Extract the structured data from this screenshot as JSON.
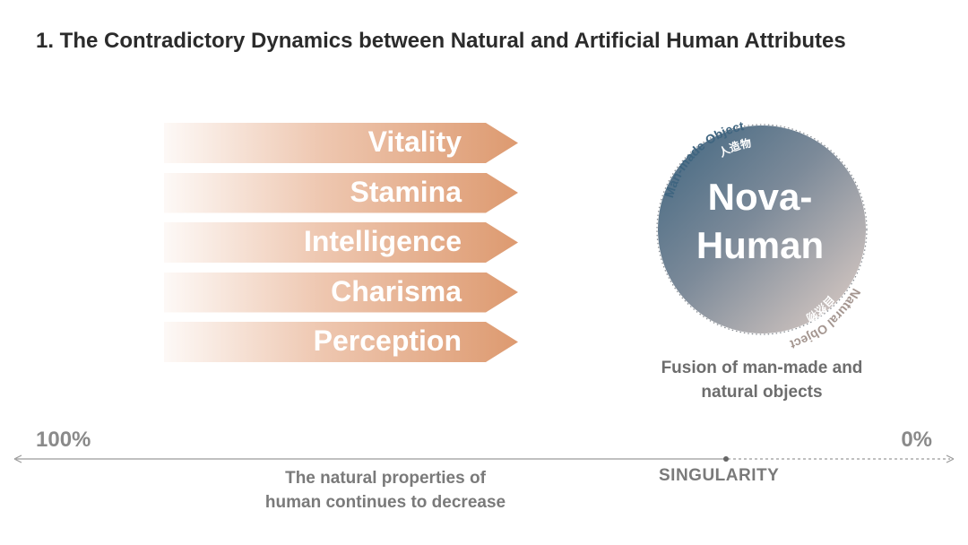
{
  "title": "1. The Contradictory Dynamics between Natural and Artificial Human Attributes",
  "attributes": [
    "Vitality",
    "Stamina",
    "Intelligence",
    "Charisma",
    "Perception"
  ],
  "circle": {
    "line1": "Nova-",
    "line2": "Human",
    "arc_top_en": "Man-made Object",
    "arc_top_cn": "人造物",
    "arc_bottom_en": "Natural Object",
    "arc_bottom_cn": "自然物",
    "gradient_start": "#3f6580",
    "gradient_end": "#d6c8c2"
  },
  "fusion_text": {
    "line1": "Fusion of man-made and",
    "line2": "natural objects"
  },
  "axis": {
    "start_label": "100%",
    "end_label": "0%",
    "caption_line1": "The natural properties of",
    "caption_line2": "human continues to decrease",
    "singularity_label": "SINGULARITY"
  },
  "colors": {
    "arrow": "#dd9a70",
    "title": "#2b2b2b",
    "muted": "#7a7a7a"
  }
}
